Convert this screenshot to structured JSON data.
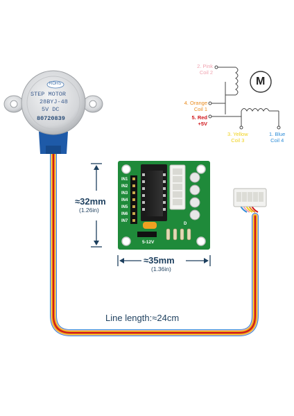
{
  "motor": {
    "badge": "ROHS",
    "line1": "STEP  MOTOR",
    "line2": "28BYJ-48",
    "line3": "5V   DC",
    "serial": "80720839"
  },
  "board": {
    "pins": [
      "IN1",
      "IN2",
      "IN3",
      "IN4",
      "IN5",
      "IN6",
      "IN7"
    ],
    "power_label": "5-12V",
    "diode_label": "D"
  },
  "dimensions": {
    "height_main": "≈32mm",
    "height_sub": "(1.26in)",
    "width_main": "≈35mm",
    "width_sub": "(1.36in)",
    "line_length": "Line length:≈24cm"
  },
  "wiring": {
    "motor_symbol": "M",
    "wires": [
      {
        "label": "2. Pink",
        "coil": "Coil 2",
        "color": "#f0a3b0"
      },
      {
        "label": "4. Orange",
        "coil": "Coil 1",
        "color": "#e98a1d"
      },
      {
        "label": "5. Red",
        "coil": "+5V",
        "color": "#d0161b"
      },
      {
        "label": "3. Yellow",
        "coil": "Coil 3",
        "color": "#f0d21c"
      },
      {
        "label": "1. Blue",
        "coil": "Coil 4",
        "color": "#2f8ed8"
      }
    ]
  },
  "colors": {
    "pcb": "#1f8a3a",
    "dimension_text": "#1d3f5e",
    "motor_body": "#d9dadc",
    "motor_base": "#1e5aa8"
  }
}
